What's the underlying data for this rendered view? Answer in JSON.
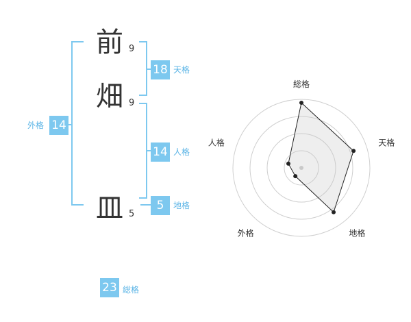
{
  "name": {
    "chars": [
      {
        "kanji": "前",
        "strokes": "9"
      },
      {
        "kanji": "畑",
        "strokes": "9"
      },
      {
        "kanji": "皿",
        "strokes": "5"
      }
    ]
  },
  "kakusu": {
    "tenkaku": {
      "value": "18",
      "label": "天格"
    },
    "jinkaku": {
      "value": "14",
      "label": "人格"
    },
    "chikaku": {
      "value": "5",
      "label": "地格"
    },
    "gaikaku": {
      "value": "14",
      "label": "外格"
    },
    "soukaku": {
      "value": "23",
      "label": "総格"
    }
  },
  "colors": {
    "accent": "#7dc8ef",
    "accent_text": "#5ab4e6"
  },
  "chart_data": {
    "type": "radar",
    "axes": [
      "総格",
      "天格",
      "地格",
      "外格",
      "人格"
    ],
    "rings": 4,
    "values": [
      0.95,
      0.8,
      0.8,
      0.15,
      0.2
    ]
  }
}
